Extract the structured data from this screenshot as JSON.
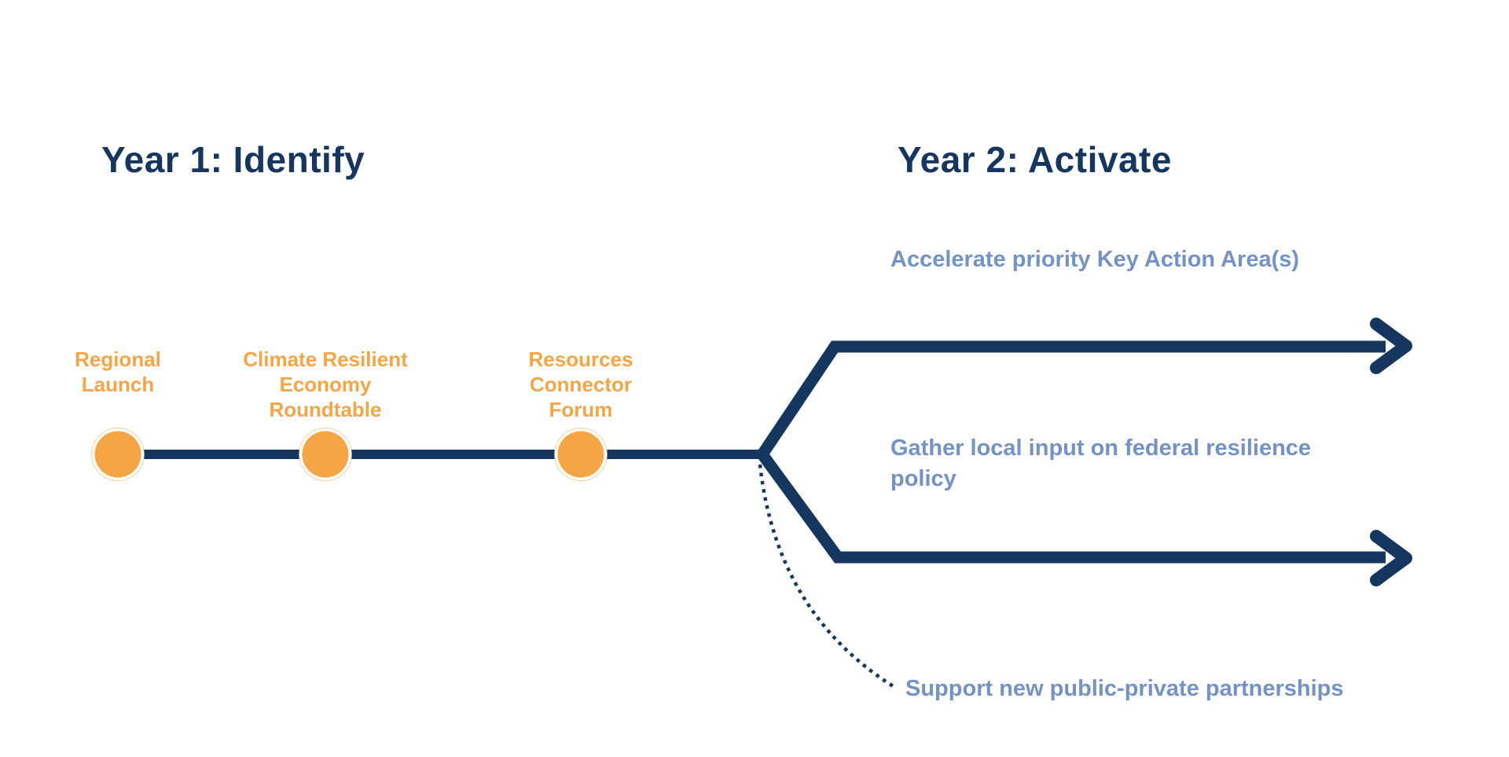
{
  "colors": {
    "navy": "#14365f",
    "orange": "#f6a544",
    "steel_blue": "#7392c7",
    "background": "#ffffff"
  },
  "sections": {
    "year1": {
      "title": "Year 1: Identify"
    },
    "year2": {
      "title": "Year 2: Activate"
    }
  },
  "milestones": [
    {
      "label": "Regional\nLaunch"
    },
    {
      "label": "Climate Resilient\nEconomy\nRoundtable"
    },
    {
      "label": "Resources\nConnector\nForum"
    }
  ],
  "branches": {
    "top": {
      "label": "Accelerate priority Key Action Area(s)"
    },
    "middle": {
      "label": "Gather local input on federal resilience\npolicy"
    },
    "dotted": {
      "label": "Support new public-private partnerships"
    }
  }
}
